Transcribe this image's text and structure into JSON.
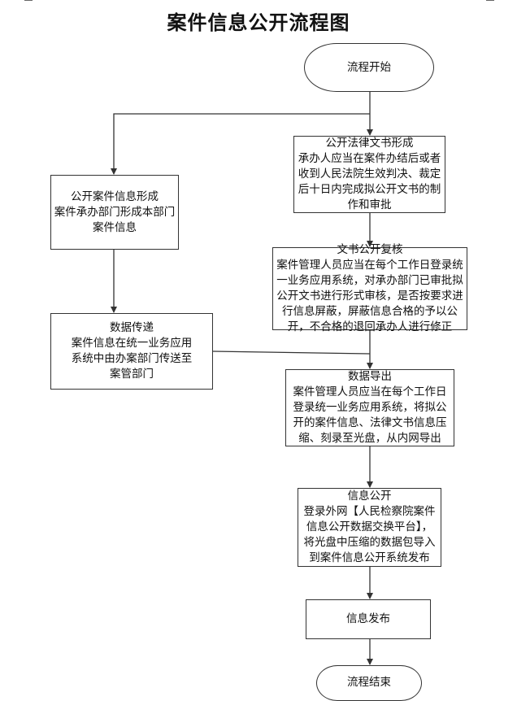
{
  "title": "案件信息公开流程图",
  "nodes": {
    "start": {
      "lines": [
        "流程开始"
      ]
    },
    "legal_doc": {
      "lines": [
        "公开法律文书形成",
        "承办人应当在案件办结后或者",
        "收到人民法院生效判决、裁定",
        "后十日内完成拟公开文书的制",
        "作和审批"
      ]
    },
    "case_info": {
      "lines": [
        "公开案件信息形成",
        "案件承办部门形成本部门",
        "案件信息"
      ]
    },
    "review": {
      "lines": [
        "文书公开复核",
        "案件管理人员应当在每个工作日登录统",
        "一业务应用系统，对承办部门已审批拟",
        "公开文书进行形式审核，是否按要求进",
        "行信息屏蔽，屏蔽信息合格的予以公",
        "开，不合格的退回承办人进行修正"
      ]
    },
    "transfer": {
      "lines": [
        "数据传递",
        "案件信息在统一业务应用",
        "系统中由办案部门传送至",
        "案管部门"
      ]
    },
    "export": {
      "lines": [
        "数据导出",
        "案件管理人员应当在每个工作日",
        "登录统一业务应用系统，将拟公",
        "开的案件信息、法律文书信息压",
        "缩、刻录至光盘，从内网导出"
      ]
    },
    "publish_info": {
      "lines": [
        "信息公开",
        "登录外网【人民检察院案件",
        "信息公开数据交换平台】，",
        "将光盘中压缩的数据包导入",
        "到案件信息公开系统发布"
      ]
    },
    "release": {
      "lines": [
        "信息发布"
      ]
    },
    "end": {
      "lines": [
        "流程结束"
      ]
    }
  }
}
